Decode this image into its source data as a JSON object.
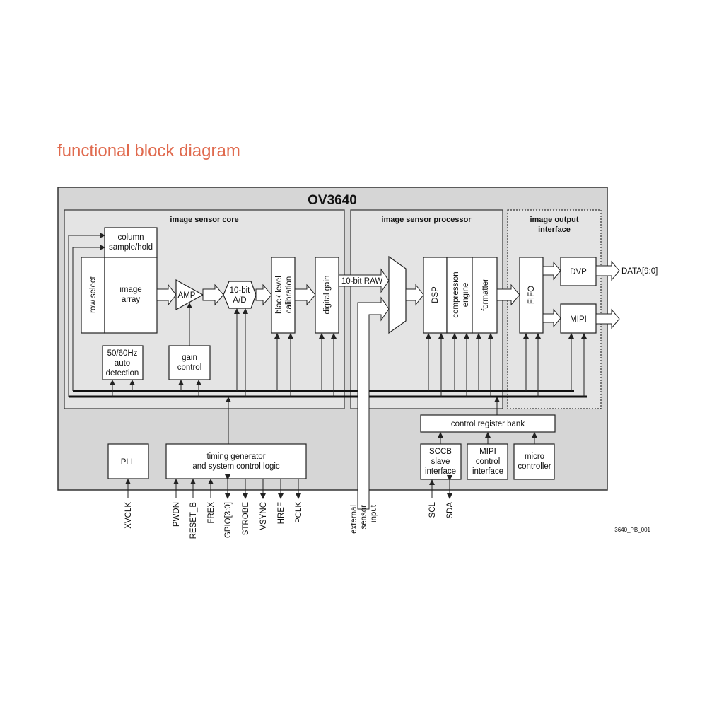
{
  "heading": "functional block diagram",
  "chip_name": "OV3640",
  "sections": {
    "core": "image sensor core",
    "processor": "image sensor processor",
    "output_line1": "image output",
    "output_line2": "interface"
  },
  "blocks": {
    "column_l1": "column",
    "column_l2": "sample/hold",
    "row_select": "row select",
    "image_l1": "image",
    "image_l2": "array",
    "amp": "AMP",
    "ad_l1": "10-bit",
    "ad_l2": "A/D",
    "black_l1": "black level",
    "black_l2": "calibration",
    "digital_gain": "digital gain",
    "auto_l1": "50/60Hz",
    "auto_l2": "auto",
    "auto_l3": "detection",
    "gain_l1": "gain",
    "gain_l2": "control",
    "raw": "10-bit RAW",
    "dsp": "DSP",
    "comp_l1": "compression",
    "comp_l2": "engine",
    "formatter": "formatter",
    "fifo": "FIFO",
    "dvp": "DVP",
    "mipi": "MIPI",
    "data_out": "DATA[9:0]",
    "pll": "PLL",
    "timing_l1": "timing generator",
    "timing_l2": "and system control logic",
    "crb": "control register bank",
    "sccb_l1": "SCCB",
    "sccb_l2": "slave",
    "sccb_l3": "interface",
    "mipic_l1": "MIPI",
    "mipic_l2": "control",
    "mipic_l3": "interface",
    "micro_l1": "micro",
    "micro_l2": "controller"
  },
  "pins": {
    "xvclk": "XVCLK",
    "pwdn": "PWDN",
    "reset": "RESET_B",
    "frex": "FREX",
    "gpio": "GPIO[3:0]",
    "strobe": "STROBE",
    "vsync": "VSYNC",
    "href": "HREF",
    "pclk": "PCLK",
    "scl": "SCL",
    "sda": "SDA",
    "ext_l1": "external",
    "ext_l2": "sensor",
    "ext_l3": "input"
  },
  "figure_id": "3640_PB_001"
}
